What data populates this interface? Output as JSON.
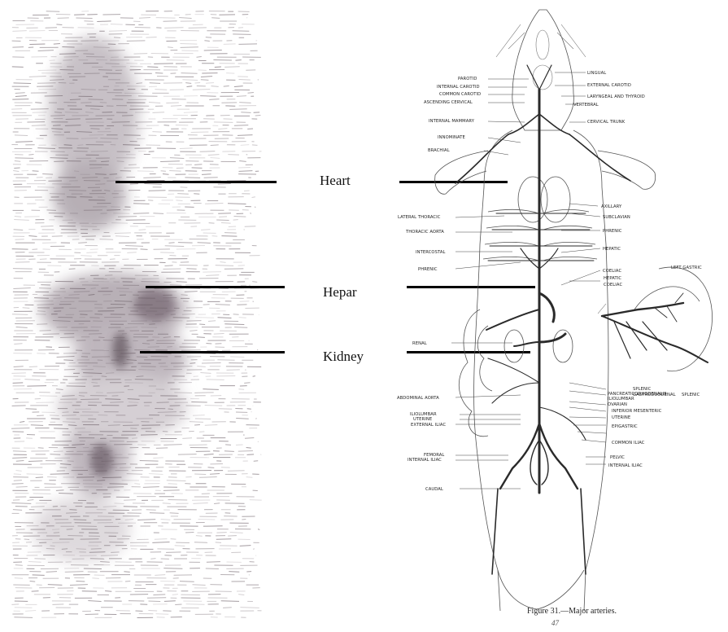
{
  "organ_labels": {
    "heart": "Heart",
    "hepar": "Hepar",
    "kidney": "Kidney"
  },
  "figure": {
    "caption": "Figure 31.—Major arteries.",
    "page_mark": "47",
    "labels_left": [
      "PAROTID",
      "INTERNAL CAROTID",
      "COMMON CAROTID",
      "ASCENDING CERVICAL",
      "INTERNAL MAMMARY",
      "INNOMINATE",
      "BRACHIAL",
      "LATERAL THORACIC",
      "THORACIC AORTA",
      "INTERCOSTAL",
      "PHRENIC",
      "RENAL",
      "ABDOMINAL AORTA",
      "ILIOLUMBAR",
      "UTERINE",
      "EXTERNAL ILIAC",
      "FEMORAL",
      "INTERNAL ILIAC",
      "CAUDAL"
    ],
    "labels_right": [
      "LINGUAL",
      "EXTERNAL CAROTID",
      "LARYNGEAL AND THYROID",
      "VERTEBRAL",
      "CERVICAL TRUNK",
      "AXILLARY",
      "SUBCLAVIAN",
      "PHRENIC",
      "HEPATIC",
      "COELIAC",
      "HEPATIC",
      "COELIAC",
      "LEFT GASTRIC",
      "SPLENIC",
      "GASTRODUODENAL",
      "SPLENIC",
      "PANCREATICODUODENALIS",
      "ILIOLUMBAR",
      "OVARIAN",
      "INFERIOR MESENTERIC",
      "UTERINE",
      "EPIGASTRIC",
      "COMMON ILIAC",
      "PELVIC",
      "INTERNAL ILIAC"
    ]
  },
  "colors": {
    "pointer_line": "#000000",
    "artery": "#2a2a2a",
    "scan_ink": "#6b5e66"
  }
}
